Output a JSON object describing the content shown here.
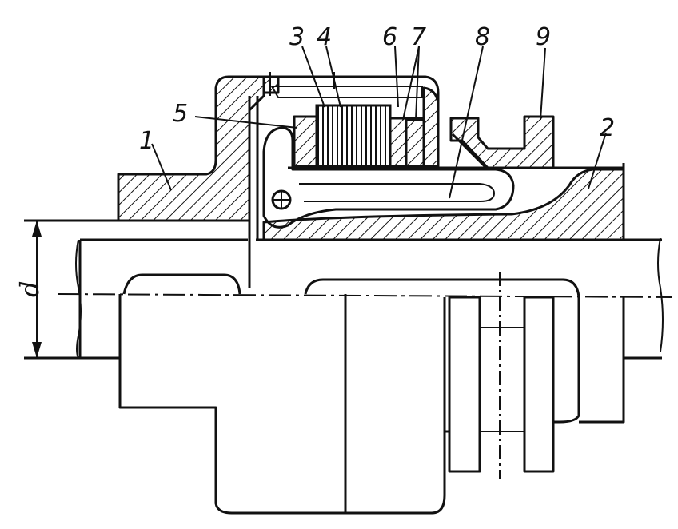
{
  "labels": {
    "l1": "1",
    "l2": "2",
    "l3": "3",
    "l4": "4",
    "l5": "5",
    "l6": "6",
    "l7": "7",
    "l8": "8",
    "l9": "9"
  },
  "dimension": {
    "d": "d"
  },
  "colors": {
    "ink": "#111111",
    "paper": "#ffffff"
  }
}
